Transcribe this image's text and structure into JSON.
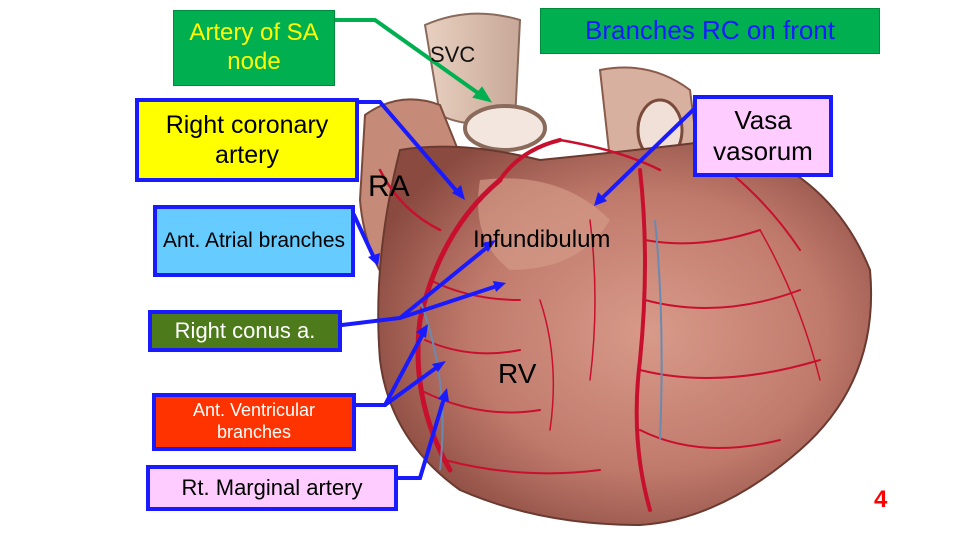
{
  "labels": {
    "artery_sa_node": "Artery of SA node",
    "branches_rc_front": "Branches RC on front",
    "svc": "SVC",
    "right_coronary_artery": "Right coronary artery",
    "vasa_vasorum": "Vasa vasorum",
    "ra": "RA",
    "ant_atrial_branches": "Ant. Atrial branches",
    "infundibulum": "Infundibulum",
    "right_conus": "Right conus a.",
    "rv": "RV",
    "ant_ventricular_branches": "Ant. Ventricular branches",
    "rt_marginal_artery": "Rt. Marginal artery"
  },
  "slide_number": "4",
  "colors": {
    "green_box": "#00b050",
    "yellow_box": "#ffff00",
    "cyan_box": "#66ccff",
    "olive_box": "#4d7a1a",
    "red_box": "#ff3300",
    "pink_box": "#ffccff",
    "box_border_blue": "#1a1aff",
    "arrow_blue": "#1a1aff",
    "arrow_green": "#00b050",
    "slide_number": "#ff0000",
    "heart_tissue": "#c9877a",
    "artery_red": "#c8102e"
  }
}
